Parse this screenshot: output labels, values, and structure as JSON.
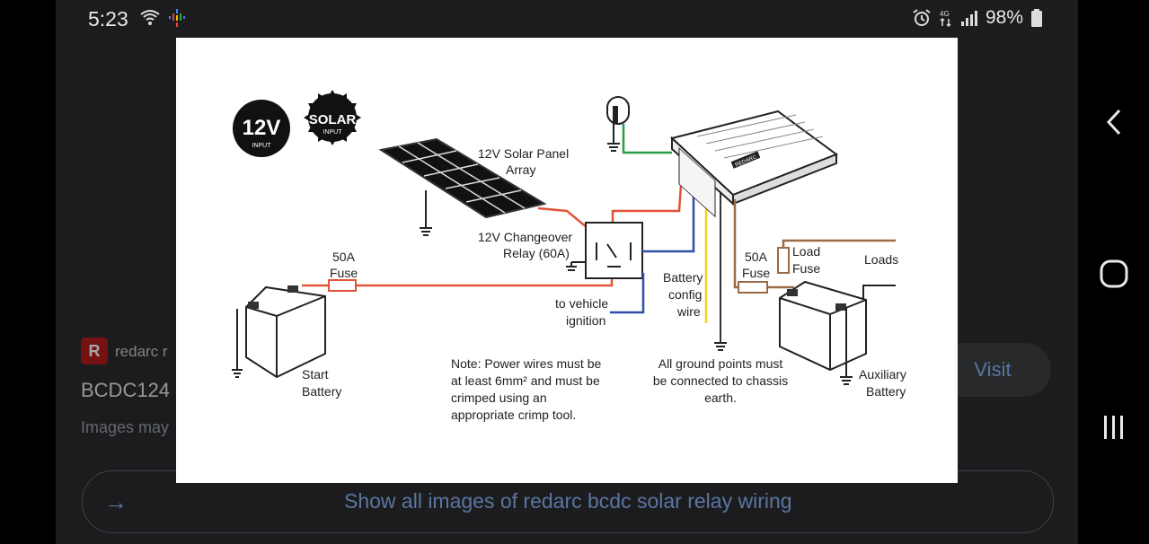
{
  "status_bar": {
    "time": "5:23",
    "battery": "98%"
  },
  "result": {
    "source_logo_letter": "R",
    "source_name": "redarc r",
    "title": "BCDC124",
    "disclaimer": "Images may",
    "visit_label": "Visit",
    "show_all_label": "Show all images of redarc bcdc solar relay wiring"
  },
  "diagram": {
    "badge_12v": "12V",
    "badge_12v_sub": "INPUT",
    "badge_solar": "SOLAR",
    "badge_solar_sub": "INPUT",
    "solar_label_1": "12V Solar Panel",
    "solar_label_2": "Array",
    "relay_label_1": "12V Changeover",
    "relay_label_2": "Relay (60A)",
    "fuse_left_1": "50A",
    "fuse_left_2": "Fuse",
    "ignition_1": "to vehicle",
    "ignition_2": "ignition",
    "config_1": "Battery",
    "config_2": "config",
    "config_3": "wire",
    "fuse_right_1": "50A",
    "fuse_right_2": "Fuse",
    "load_fuse_1": "Load",
    "load_fuse_2": "Fuse",
    "loads": "Loads",
    "start_battery_1": "Start",
    "start_battery_2": "Battery",
    "aux_battery_1": "Auxiliary",
    "aux_battery_2": "Battery",
    "note_1": "Note: Power wires must be",
    "note_2": "at least 6mm² and must be",
    "note_3": "crimped using an",
    "note_4": "appropriate crimp tool.",
    "ground_note_1": "All ground points must",
    "ground_note_2": "be connected to chassis",
    "ground_note_3": "earth.",
    "device_brand": "REDARC"
  },
  "colors": {
    "power_red": "#e2533a",
    "ignition_blue": "#2f4fa8",
    "config_yellow": "#f2d21b",
    "ground_green": "#2e9a48",
    "load_brown": "#9a6a45",
    "link_blue": "#8ab4f8"
  }
}
